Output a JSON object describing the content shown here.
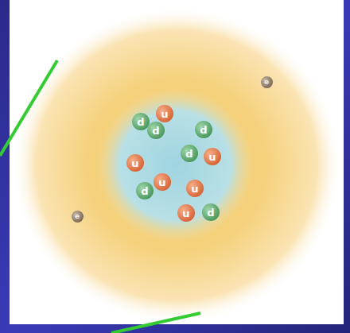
{
  "diagram": {
    "nodes": [
      {
        "text": [
          "d"
        ]
      },
      {
        "text": [
          "u"
        ]
      },
      {
        "text": [
          "d"
        ]
      },
      {
        "text": [
          "d"
        ]
      },
      {
        "text": [
          "d"
        ]
      },
      {
        "text": [
          "u"
        ]
      },
      {
        "text": [
          "u"
        ]
      },
      {
        "text": [
          "d"
        ]
      },
      {
        "text": [
          "u"
        ]
      },
      {
        "text": [
          "u"
        ]
      },
      {
        "text": [
          "u"
        ]
      },
      {
        "text": [
          "d"
        ]
      },
      {
        "text": [
          "e"
        ]
      },
      {
        "text": [
          "e"
        ]
      }
    ]
  }
}
